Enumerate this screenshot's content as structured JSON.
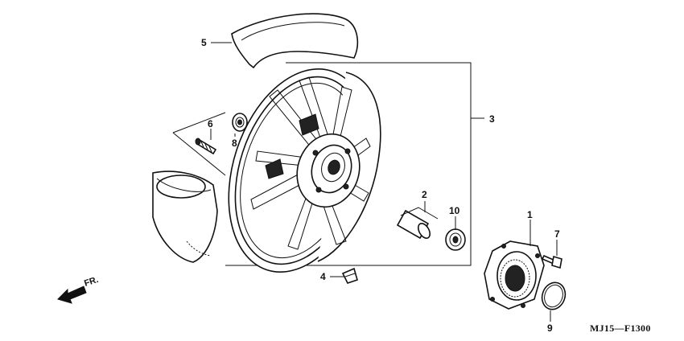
{
  "diagram": {
    "drawing_code": "MJ15—F1300",
    "direction_label": "FR.",
    "callouts": [
      {
        "id": "1",
        "part": "sprocket-flange"
      },
      {
        "id": "2",
        "part": "distance-collar"
      },
      {
        "id": "3",
        "part": "rear-wheel-assembly"
      },
      {
        "id": "4",
        "part": "balance-weight"
      },
      {
        "id": "5",
        "part": "tire"
      },
      {
        "id": "6",
        "part": "valve"
      },
      {
        "id": "7",
        "part": "flange-bolt"
      },
      {
        "id": "8",
        "part": "wheel-bearing-left"
      },
      {
        "id": "9",
        "part": "o-ring"
      },
      {
        "id": "10",
        "part": "wheel-bearing-right"
      }
    ]
  }
}
